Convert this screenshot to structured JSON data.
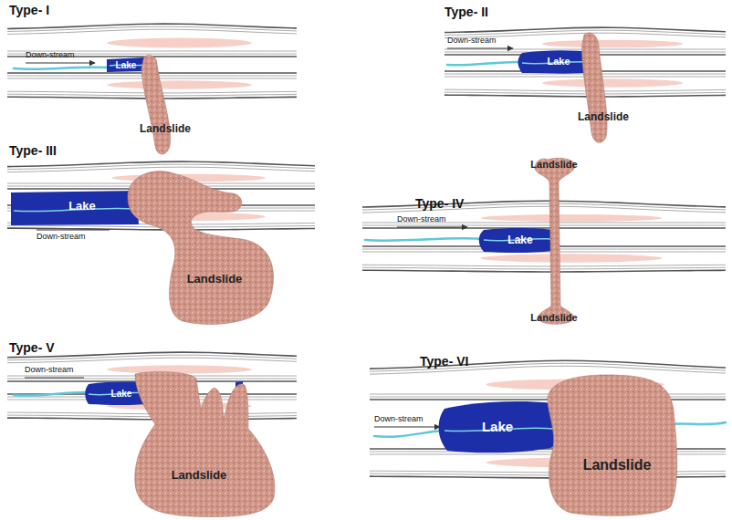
{
  "diagram": {
    "nodes": [
      {
        "text": [
          "Lake"
        ]
      },
      {
        "text": [
          "Landslide"
        ]
      },
      {
        "text": [
          "Lake"
        ]
      },
      {
        "text": [
          "Landslide"
        ]
      },
      {
        "text": [
          "Lake"
        ]
      },
      {
        "text": [
          "Landslide"
        ]
      },
      {
        "text": [
          "Landslide",
          "Landslide"
        ]
      },
      {
        "text": [
          "Lake"
        ]
      },
      {
        "text": [
          "Lake"
        ]
      },
      {
        "text": [
          "Landslide"
        ]
      },
      {
        "text": [
          "Lake"
        ]
      },
      {
        "text": [
          "Landslide"
        ]
      }
    ],
    "labels": [
      "Type- I",
      "Down-stream",
      "Type- II",
      "Down-stream",
      "Type- III",
      "Down-stream",
      "Type- IV",
      "Down-stream",
      "Type- V",
      "Down-stream",
      "Type- VI",
      "Down-stream"
    ]
  }
}
